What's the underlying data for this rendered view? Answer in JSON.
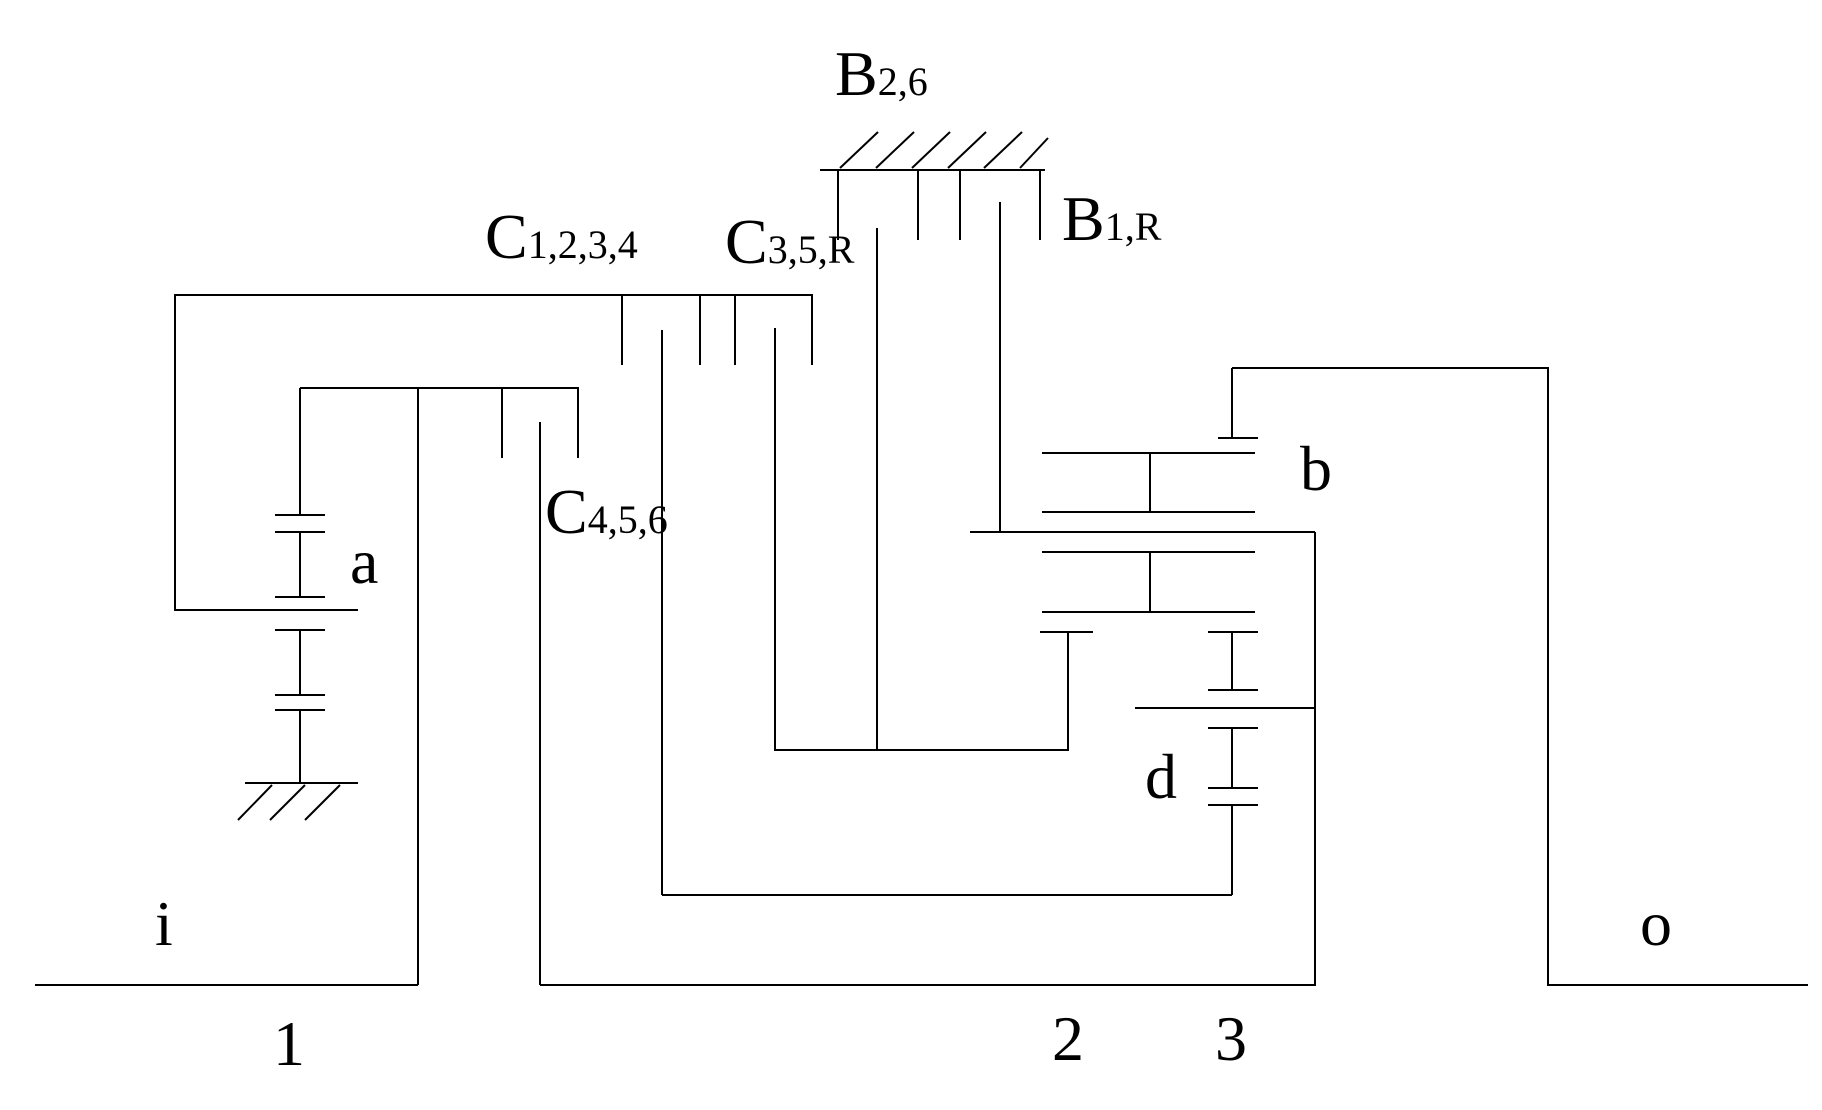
{
  "labels": {
    "b26": {
      "main": "B",
      "sub": "2,6"
    },
    "b1r": {
      "main": "B",
      "sub": "1,R"
    },
    "c1234": {
      "main": "C",
      "sub": "1,2,3,4"
    },
    "c35r": {
      "main": "C",
      "sub": "3,5,R"
    },
    "c456": {
      "main": "C",
      "sub": "4,5,6"
    },
    "gear_a": "a",
    "gear_b": "b",
    "gear_d": "d",
    "input": "i",
    "output": "o",
    "shaft_1": "1",
    "shaft_2": "2",
    "shaft_3": "3"
  }
}
